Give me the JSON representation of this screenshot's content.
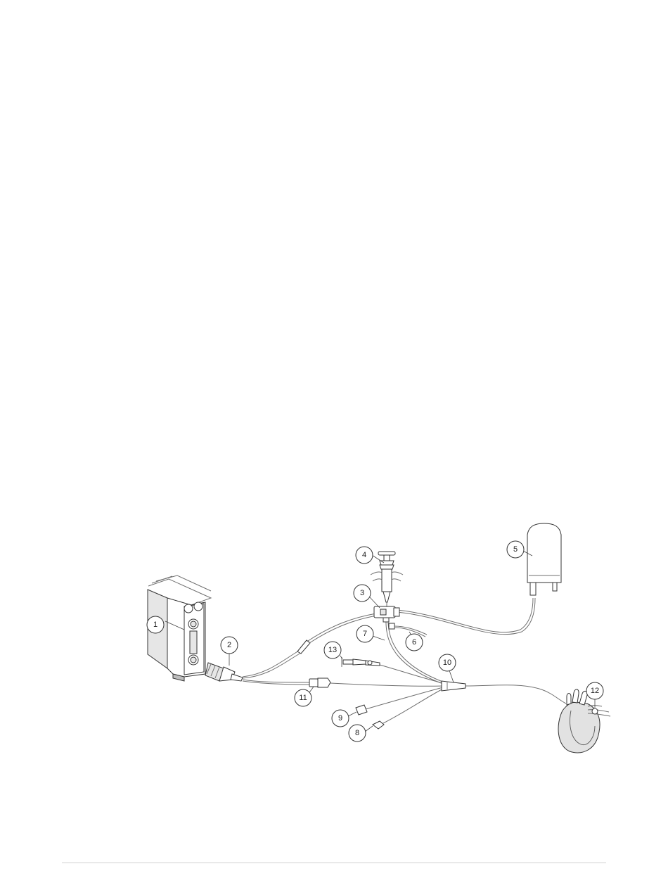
{
  "callouts": [
    {
      "id": "1",
      "label": "1"
    },
    {
      "id": "2",
      "label": "2"
    },
    {
      "id": "3",
      "label": "3"
    },
    {
      "id": "4",
      "label": "4"
    },
    {
      "id": "5",
      "label": "5"
    },
    {
      "id": "6",
      "label": "6"
    },
    {
      "id": "7",
      "label": "7"
    },
    {
      "id": "8",
      "label": "8"
    },
    {
      "id": "9",
      "label": "9"
    },
    {
      "id": "10",
      "label": "10"
    },
    {
      "id": "11",
      "label": "11"
    },
    {
      "id": "12",
      "label": "12"
    },
    {
      "id": "13",
      "label": "13"
    }
  ],
  "colors": {
    "line": "#333333",
    "tube": "#6f6f6f",
    "heart_fill": "#e2e2e2",
    "rule": "#cfcfcf"
  }
}
